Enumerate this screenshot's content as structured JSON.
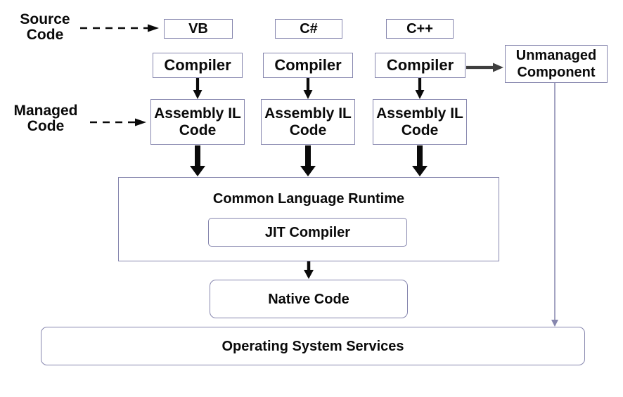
{
  "diagram": {
    "side_labels": {
      "source_code": "Source Code",
      "managed_code": "Managed Code"
    },
    "columns": [
      {
        "language": "VB",
        "compiler": "Compiler",
        "assembly": "Assembly IL Code"
      },
      {
        "language": "C#",
        "compiler": "Compiler",
        "assembly": "Assembly IL Code"
      },
      {
        "language": "C++",
        "compiler": "Compiler",
        "assembly": "Assembly IL Code"
      }
    ],
    "unmanaged_component": "Unmanaged Component",
    "clr": {
      "title": "Common Language Runtime",
      "jit_compiler": "JIT Compiler"
    },
    "native_code": "Native Code",
    "os_services": "Operating System Services",
    "colors": {
      "box_border": "#8686ae",
      "ink": "#0a0a0a",
      "arrow_black": "#0a0a0a",
      "arrow_gray": "#3f3f3f",
      "thin_line": "#8686ae"
    }
  }
}
